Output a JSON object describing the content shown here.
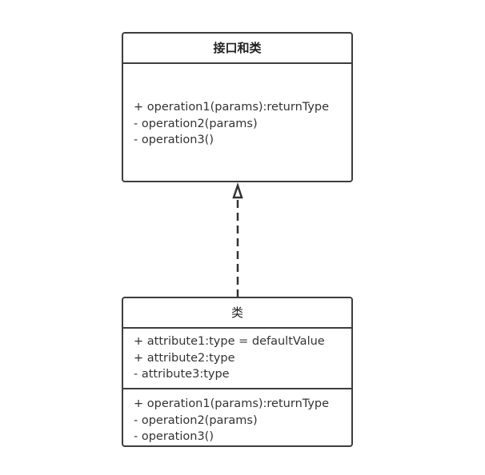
{
  "interface": {
    "title": "接口和类",
    "operations": [
      "+ operation1(params):returnType",
      "- operation2(params)",
      "- operation3()"
    ]
  },
  "class": {
    "title": "类",
    "attributes": [
      "+ attribute1:type = defaultValue",
      "+ attribute2:type",
      "- attribute3:type"
    ],
    "operations": [
      "+ operation1(params):returnType",
      "- operation2(params)",
      "- operation3()"
    ]
  },
  "relation": {
    "type": "realization",
    "line_color": "#333333"
  }
}
